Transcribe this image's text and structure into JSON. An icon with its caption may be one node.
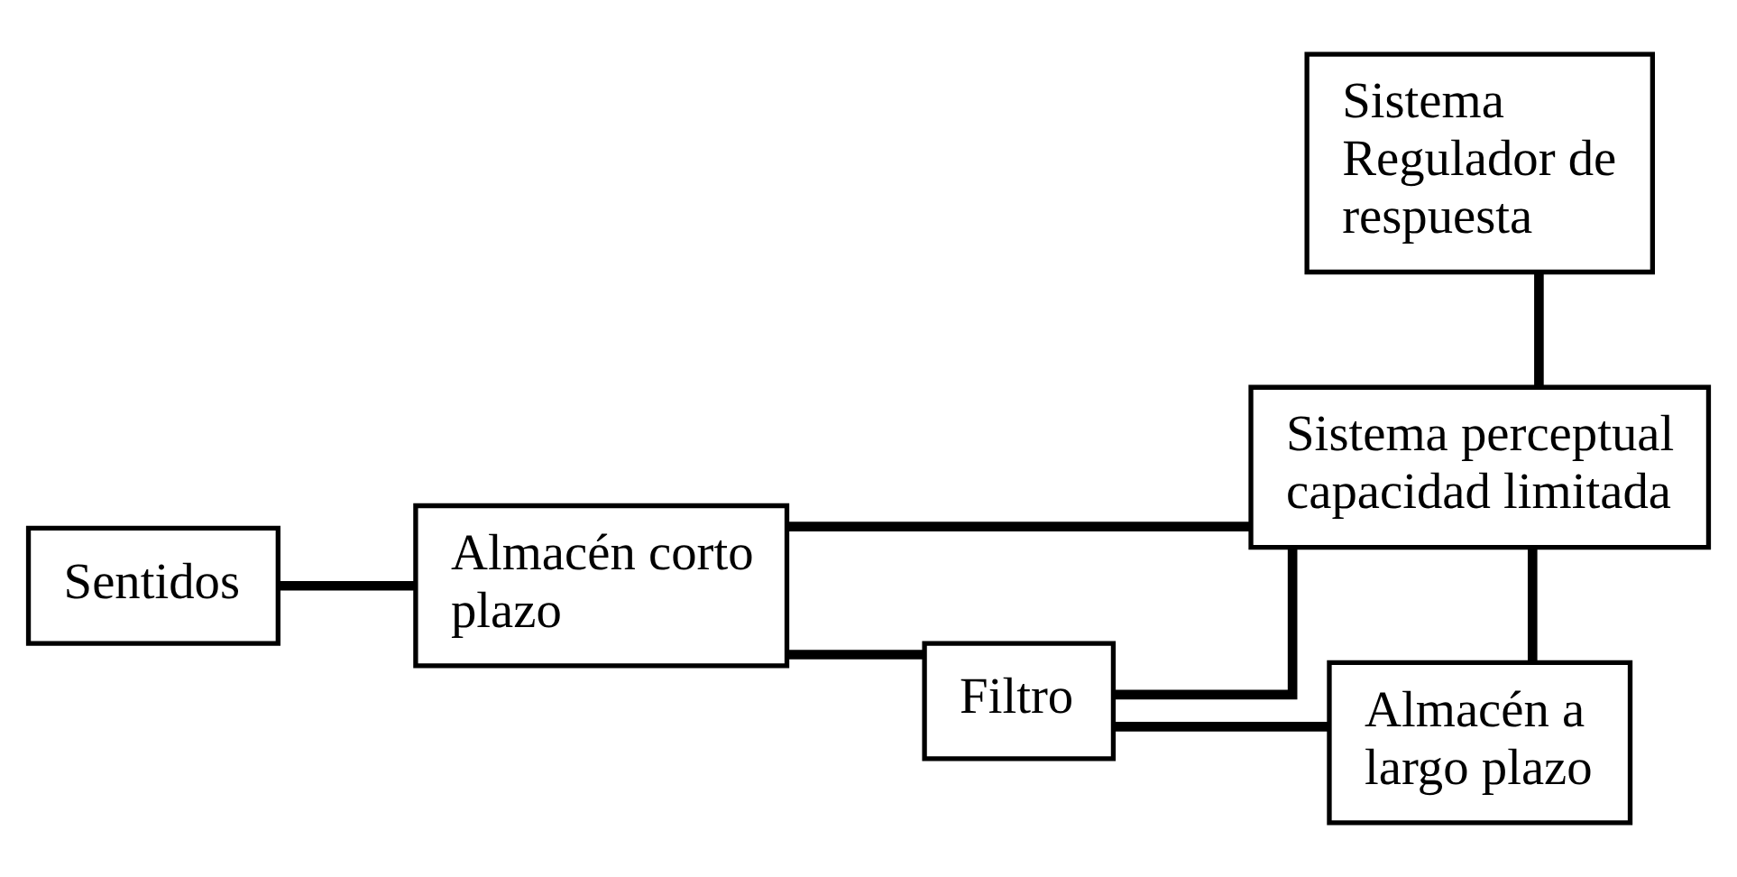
{
  "diagram": {
    "nodes": [
      {
        "text": [
          "Sentidos"
        ]
      },
      {
        "text": [
          "Almacén corto plazo"
        ]
      },
      {
        "text": [
          "Filtro"
        ]
      },
      {
        "text": [
          "Sistema perceptual capacidad limitada"
        ]
      },
      {
        "text": [
          "Sistema Regulador de respuesta"
        ]
      },
      {
        "text": [
          "Almacén a largo plazo"
        ]
      }
    ],
    "edges": [
      {
        "from": 0,
        "to": 1,
        "arrow": "none"
      },
      {
        "from": 1,
        "to": 2,
        "arrow": "none"
      },
      {
        "from": 2,
        "to": 3,
        "arrow": "none"
      },
      {
        "from": 1,
        "to": 3,
        "arrow": "none"
      },
      {
        "from": 4,
        "to": 3,
        "arrow": "none"
      },
      {
        "from": 3,
        "to": 5,
        "arrow": "none"
      },
      {
        "from": 2,
        "to": 5,
        "arrow": "none"
      }
    ]
  }
}
